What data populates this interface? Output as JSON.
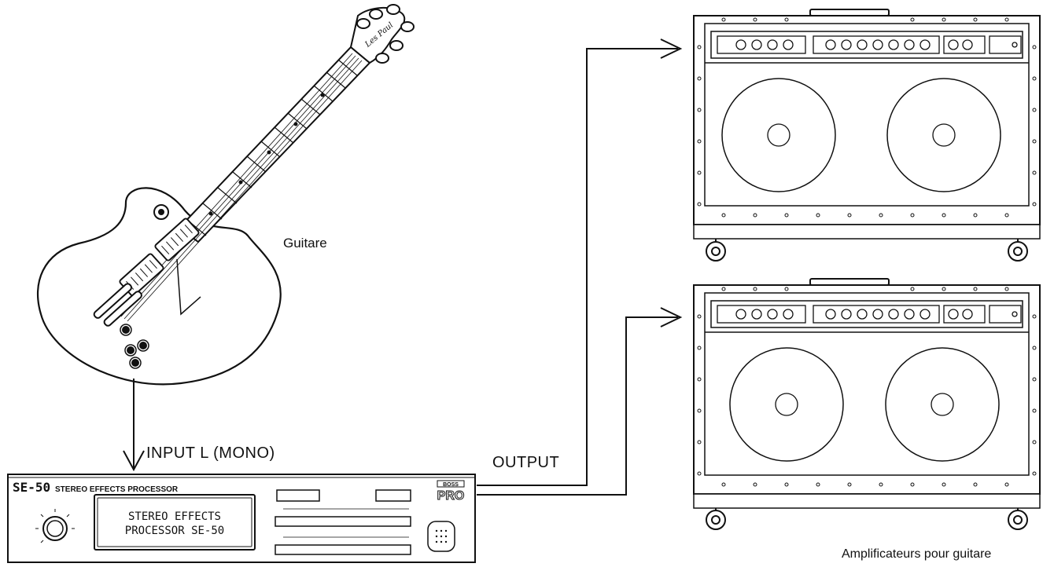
{
  "labels": {
    "guitar": "Guitare",
    "input": "INPUT   L (MONO)",
    "output": "OUTPUT",
    "amplifiers": "Amplificateurs pour guitare"
  },
  "processor": {
    "model": "SE-50",
    "model_subtitle": "STEREO EFFECTS PROCESSOR",
    "display_line1": "STEREO EFFECTS",
    "display_line2": "PROCESSOR SE-50",
    "brand": "BOSS",
    "brand_line": "PRO"
  },
  "guitar_headstock_text": "Les Paul",
  "colors": {
    "ink": "#111111",
    "paper": "#ffffff"
  }
}
